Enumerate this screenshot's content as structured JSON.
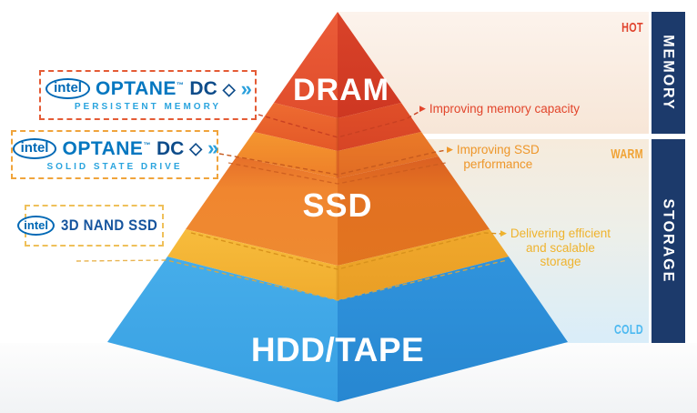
{
  "pyramid": {
    "dram_label": "DRAM",
    "ssd_label": "SSD",
    "hdd_label": "HDD/TAPE",
    "tier_colors": {
      "dram_left": "#E55633",
      "dram_right": "#D23C28",
      "optane_pm_left": "#EA642E",
      "optane_pm_right": "#DB4927",
      "optane_ssd_left": "#F49230",
      "optane_ssd_right": "#E97527",
      "ssd_left": "#EE8C33",
      "ssd_right": "#E37722",
      "nand_left": "#F0B13A",
      "nand_right": "#EAA62A",
      "hdd_left": "#3FA9E9",
      "hdd_right": "#2E90D8"
    }
  },
  "logos": {
    "optane_pm": {
      "brand": "intel",
      "product": "OPTANE",
      "tm": "™",
      "dc": "DC",
      "diamond": "◇",
      "chevrons": "»",
      "subtitle": "PERSISTENT MEMORY"
    },
    "optane_ssd": {
      "brand": "intel",
      "product": "OPTANE",
      "tm": "™",
      "dc": "DC",
      "diamond": "◇",
      "chevrons": "»",
      "subtitle": "SOLID STATE DRIVE"
    },
    "nand": {
      "brand": "intel",
      "product": "3D NAND SSD"
    }
  },
  "annotations": {
    "memory": {
      "marker": "▶",
      "text": "Improving memory capacity",
      "color": "#E2452B"
    },
    "ssd": {
      "marker": "▶",
      "line1": "Improving SSD",
      "line2": "performance",
      "color": "#EE9629"
    },
    "storage": {
      "marker": "▶",
      "line1": "Delivering efficient",
      "line2": "and scalable",
      "line3": "storage",
      "color": "#EFB32D"
    }
  },
  "right_panel": {
    "memory_bar_label": "MEMORY",
    "storage_bar_label": "STORAGE",
    "hot_label": "HOT",
    "warm_label": "WARM",
    "cold_label": "COLD",
    "bar_color": "#1C3A6B",
    "hot_color": "#E0432D",
    "warm_color": "#F0A233",
    "cold_color": "#4CB9F1"
  }
}
